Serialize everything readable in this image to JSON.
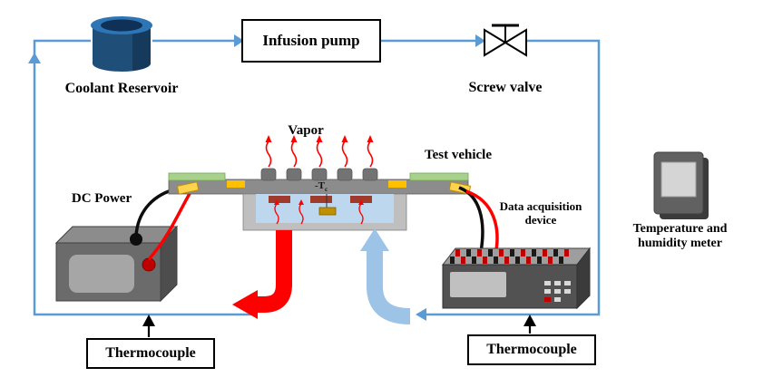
{
  "diagram": {
    "labels": {
      "coolant_reservoir": "Coolant Reservoir",
      "infusion_pump": "Infusion pump",
      "screw_valve": "Screw valve",
      "vapor": "Vapor",
      "test_vehicle": "Test vehicle",
      "dc_power": "DC Power",
      "data_acquisition_device": "Data acquisition device",
      "thermocouple_left": "Thermocouple",
      "thermocouple_right": "Thermocouple",
      "temperature_humidity_meter": "Temperature and humidity meter",
      "tc_prefix": "-T",
      "tc_sub": "c"
    },
    "colors": {
      "flow_line": "#5B9BD5",
      "hot_stream_arrow": "#FF0000",
      "cold_stream_arrow": "#9DC3E6",
      "vapor_arrows": "#FF0000",
      "reservoir_blue": "#1F4E79",
      "reservoir_lid": "#2E75B6",
      "chamber_liquid": "#BDD7EE",
      "plate_green": "#A9D18E",
      "connector_yellow": "#FFC000"
    }
  }
}
